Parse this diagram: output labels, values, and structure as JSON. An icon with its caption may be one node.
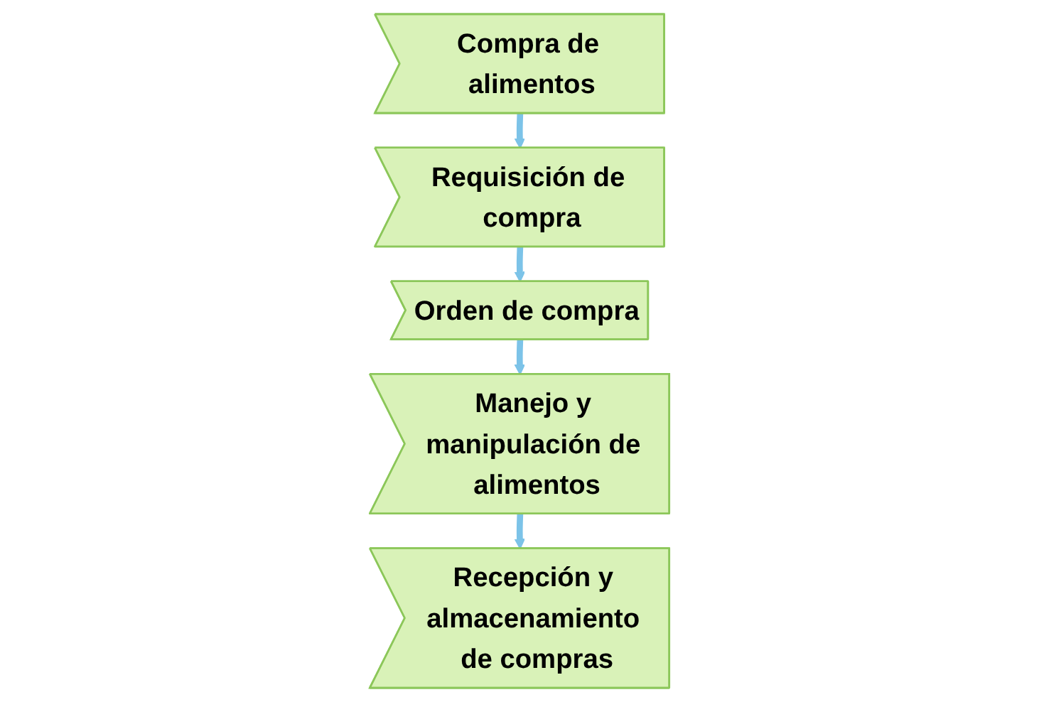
{
  "diagram": {
    "nodes": [
      {
        "text": [
          "Compra de alimentos"
        ]
      },
      {
        "text": [
          "Requisición de compra"
        ]
      },
      {
        "text": [
          "Orden de compra"
        ]
      },
      {
        "text": [
          "Manejo y manipulación de alimentos"
        ]
      },
      {
        "text": [
          "Recepción y almacenamiento de compras"
        ]
      }
    ],
    "edges": [
      {
        "from": 0,
        "to": 1,
        "arrow": "to"
      },
      {
        "from": 1,
        "to": 2,
        "arrow": "to"
      },
      {
        "from": 2,
        "to": 3,
        "arrow": "to"
      },
      {
        "from": 3,
        "to": 4,
        "arrow": "to"
      }
    ]
  }
}
